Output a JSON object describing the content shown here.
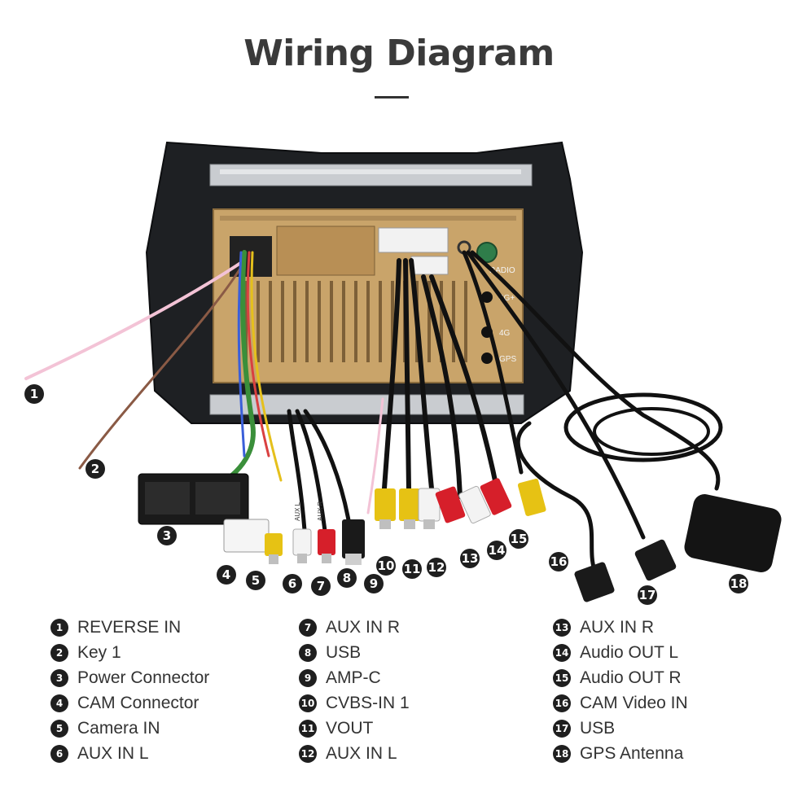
{
  "title": "Wiring Diagram",
  "unit_labels": {
    "radio": "RADIO",
    "four_g_plus": "4G+",
    "four_g": "4G",
    "gps": "GPS"
  },
  "cable_tags": {
    "aux_l": "AUX L",
    "aux_r": "AUX R"
  },
  "legend": [
    {
      "num": "1",
      "label": "REVERSE IN"
    },
    {
      "num": "2",
      "label": "Key 1"
    },
    {
      "num": "3",
      "label": "Power Connector"
    },
    {
      "num": "4",
      "label": "CAM Connector"
    },
    {
      "num": "5",
      "label": "Camera IN"
    },
    {
      "num": "6",
      "label": "AUX IN L"
    },
    {
      "num": "7",
      "label": "AUX IN R"
    },
    {
      "num": "8",
      "label": "USB"
    },
    {
      "num": "9",
      "label": "AMP-C"
    },
    {
      "num": "10",
      "label": "CVBS-IN 1"
    },
    {
      "num": "11",
      "label": "VOUT"
    },
    {
      "num": "12",
      "label": "AUX IN L"
    },
    {
      "num": "13",
      "label": "AUX IN R"
    },
    {
      "num": "14",
      "label": "Audio OUT L"
    },
    {
      "num": "15",
      "label": "Audio OUT R"
    },
    {
      "num": "16",
      "label": "CAM Video IN"
    },
    {
      "num": "17",
      "label": "USB"
    },
    {
      "num": "18",
      "label": "GPS Antenna"
    }
  ]
}
